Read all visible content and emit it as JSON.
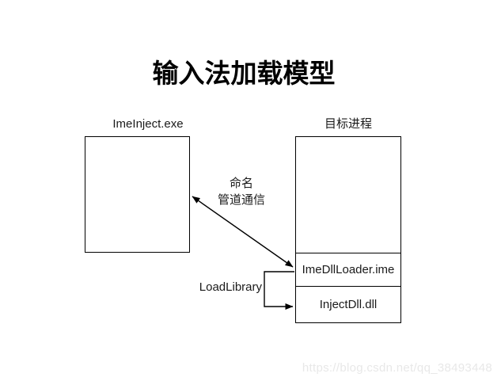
{
  "page": {
    "title": "输入法加载模型",
    "watermark": "https://blog.csdn.net/qq_38493448",
    "background": "#ffffff"
  },
  "diagram": {
    "injector_box": {
      "label": "ImeInject.exe"
    },
    "target_box": {
      "label": "目标进程",
      "sections": [
        {
          "label": "ImeDllLoader.ime"
        },
        {
          "label": "InjectDll.dll"
        }
      ]
    },
    "pipe_label": {
      "line1": "命名",
      "line2": "管道通信"
    },
    "loadlibrary_label": "LoadLibrary",
    "colors": {
      "line": "#000000",
      "text": "#1a1a1a",
      "watermark": "#e8e8e8",
      "background": "#ffffff"
    }
  }
}
